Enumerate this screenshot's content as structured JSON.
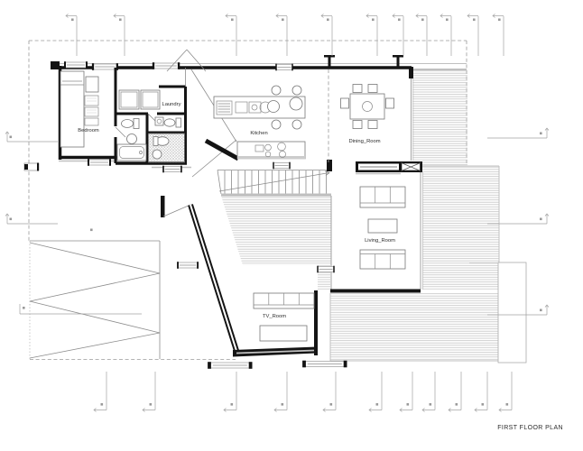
{
  "drawing": {
    "title": "FIRST FLOOR PLAN",
    "rooms": [
      {
        "id": "bedroom",
        "label": "Bedroom"
      },
      {
        "id": "laundry",
        "label": "Laundry"
      },
      {
        "id": "kitchen",
        "label": "Kitchen"
      },
      {
        "id": "dining-room",
        "label": "Dining_Room"
      },
      {
        "id": "living-room",
        "label": "Living_Room"
      },
      {
        "id": "tv-room",
        "label": "TV_Room"
      }
    ],
    "colors": {
      "wall": "#141414",
      "line": "#8c8c8c",
      "hatch": "#c6c6c6",
      "dash": "#9a9a9a",
      "text": "#2b2b2b"
    }
  }
}
